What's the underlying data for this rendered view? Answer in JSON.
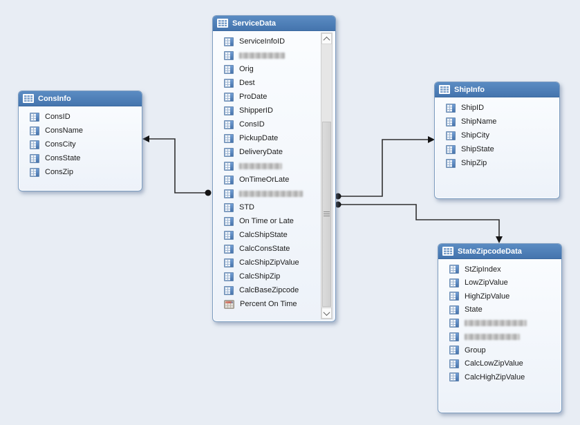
{
  "diagram": {
    "view": "relationships-diagram",
    "colors": {
      "background": "#e8edf4",
      "header_top": "#5b8cc3",
      "header_bottom": "#4474ad",
      "connector": "#2f2f2f"
    },
    "tables": [
      {
        "id": "ConsInfo",
        "title": "ConsInfo",
        "fields": [
          {
            "label": "ConsID",
            "type": "column"
          },
          {
            "label": "ConsName",
            "type": "column"
          },
          {
            "label": "ConsCity",
            "type": "column"
          },
          {
            "label": "ConsState",
            "type": "column"
          },
          {
            "label": "ConsZip",
            "type": "column"
          }
        ]
      },
      {
        "id": "ServiceData",
        "title": "ServiceData",
        "has_scrollbar": true,
        "fields": [
          {
            "label": "ServiceInfoID",
            "type": "column"
          },
          {
            "label": "",
            "type": "column",
            "redacted": true,
            "redacted_width": 66
          },
          {
            "label": "Orig",
            "type": "column"
          },
          {
            "label": "Dest",
            "type": "column"
          },
          {
            "label": "ProDate",
            "type": "column"
          },
          {
            "label": "ShipperID",
            "type": "column"
          },
          {
            "label": "ConsID",
            "type": "column"
          },
          {
            "label": "PickupDate",
            "type": "column"
          },
          {
            "label": "DeliveryDate",
            "type": "column"
          },
          {
            "label": "",
            "type": "column",
            "redacted": true,
            "redacted_width": 62
          },
          {
            "label": "OnTimeOrLate",
            "type": "column"
          },
          {
            "label": "",
            "type": "column",
            "redacted": true,
            "redacted_width": 92
          },
          {
            "label": "STD",
            "type": "column"
          },
          {
            "label": "On Time or Late",
            "type": "column"
          },
          {
            "label": "CalcShipState",
            "type": "column"
          },
          {
            "label": "CalcConsState",
            "type": "column"
          },
          {
            "label": "CalcShipZipValue",
            "type": "column"
          },
          {
            "label": "CalcShipZip",
            "type": "column"
          },
          {
            "label": "CalcBaseZipcode",
            "type": "column"
          },
          {
            "label": "Percent On Time",
            "type": "measure"
          }
        ]
      },
      {
        "id": "ShipInfo",
        "title": "ShipInfo",
        "fields": [
          {
            "label": "ShipID",
            "type": "column"
          },
          {
            "label": "ShipName",
            "type": "column"
          },
          {
            "label": "ShipCity",
            "type": "column"
          },
          {
            "label": "ShipState",
            "type": "column"
          },
          {
            "label": "ShipZip",
            "type": "column"
          }
        ]
      },
      {
        "id": "StateZipcodeData",
        "title": "StateZipcodeData",
        "fields": [
          {
            "label": "StZipIndex",
            "type": "column"
          },
          {
            "label": "LowZipValue",
            "type": "column"
          },
          {
            "label": "HighZipValue",
            "type": "column"
          },
          {
            "label": "State",
            "type": "column"
          },
          {
            "label": "",
            "type": "column",
            "redacted": true,
            "redacted_width": 90
          },
          {
            "label": "",
            "type": "column",
            "redacted": true,
            "redacted_width": 80
          },
          {
            "label": "Group",
            "type": "column"
          },
          {
            "label": "CalcLowZipValue",
            "type": "column"
          },
          {
            "label": "CalcHighZipValue",
            "type": "column"
          }
        ]
      }
    ],
    "relationships": [
      {
        "from": "ServiceData",
        "to": "ConsInfo"
      },
      {
        "from": "ServiceData",
        "to": "ShipInfo"
      },
      {
        "from": "ServiceData",
        "to": "StateZipcodeData"
      }
    ]
  }
}
